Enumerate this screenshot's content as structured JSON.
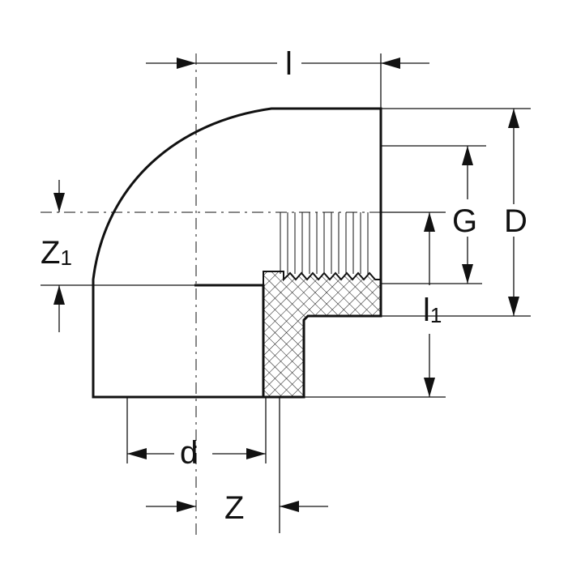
{
  "labels": {
    "l": "l",
    "l1_main": "l",
    "l1_sub": "1",
    "z1_main": "Z",
    "z1_sub": "1",
    "G": "G",
    "D": "D",
    "d": "d",
    "Z": "Z"
  },
  "colors": {
    "line": "#111111",
    "background": "#ffffff"
  }
}
